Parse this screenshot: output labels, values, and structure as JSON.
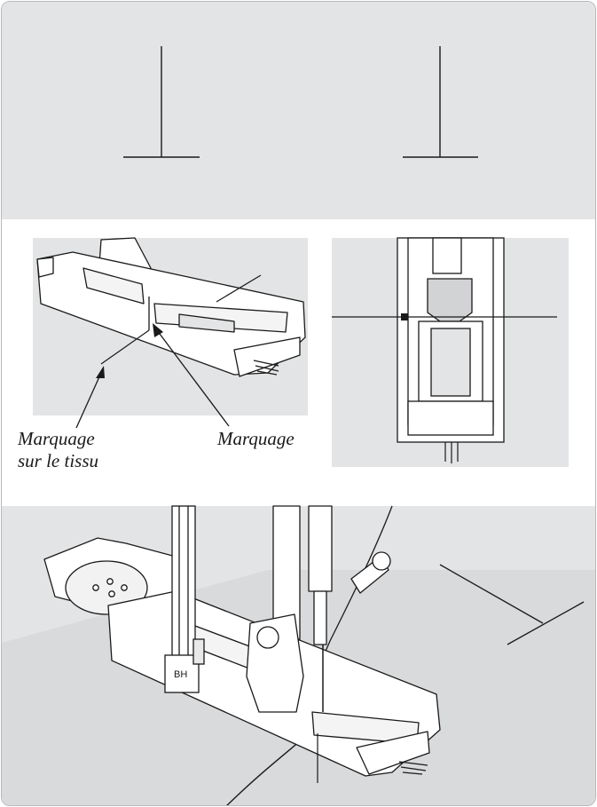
{
  "labels": {
    "fabric_marking_line1": "Marquage",
    "fabric_marking_line2": "sur le tissu",
    "foot_marking": "Marquage"
  },
  "foot_badge": "BH",
  "colors": {
    "panel_gray": "#e3e4e5",
    "line": "#1a1a1a",
    "frame_border": "#b9b9b9",
    "background": "#ffffff"
  }
}
